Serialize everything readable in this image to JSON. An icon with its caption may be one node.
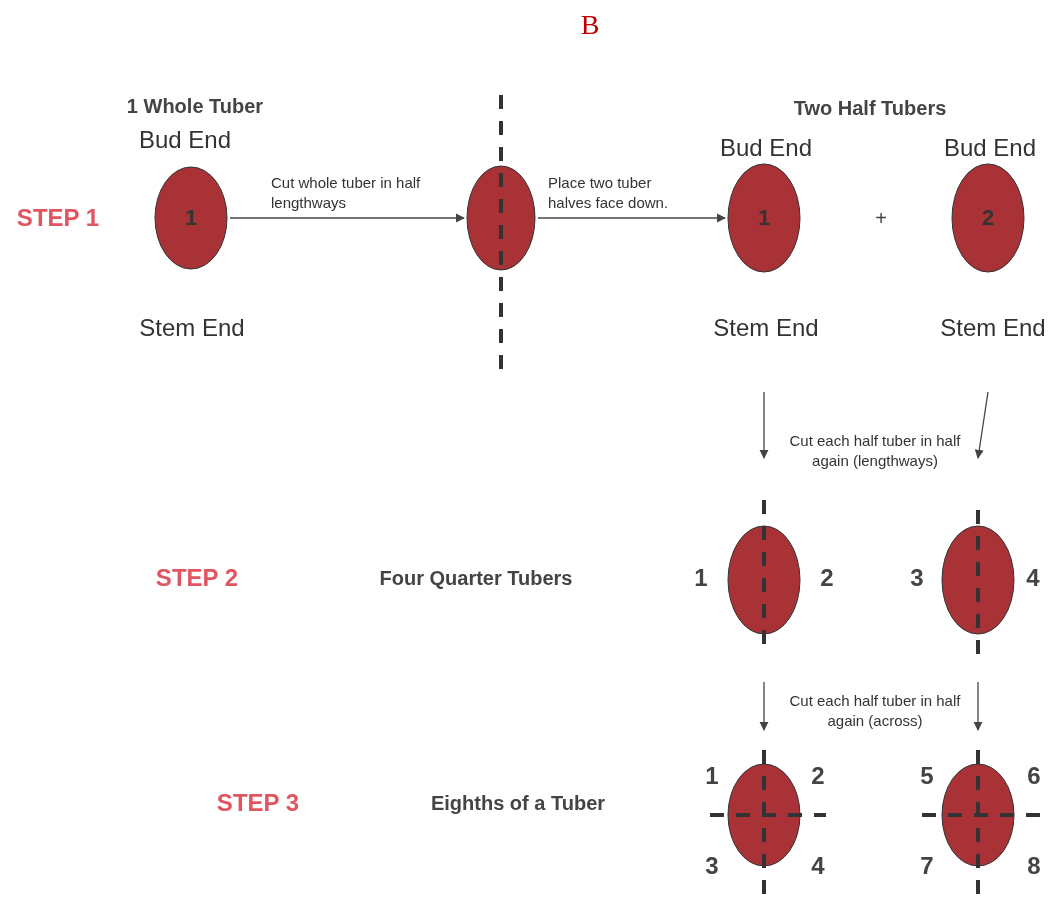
{
  "diagram": {
    "nodes": [
      {
        "text": [
          "1"
        ],
        "beside": [
          "1 Whole Tuber",
          "Bud End",
          "Stem End"
        ]
      },
      {
        "text": [],
        "shape": "ellipse"
      },
      {
        "text": [
          "1"
        ],
        "beside": [
          "Bud End",
          "Stem End"
        ]
      },
      {
        "text": [
          "2"
        ],
        "beside": [
          "Bud End",
          "Stem End"
        ]
      },
      {
        "text": [],
        "shape": "ellipse",
        "beside": [
          "1",
          "2"
        ]
      },
      {
        "text": [],
        "shape": "ellipse",
        "beside": [
          "3",
          "4"
        ]
      },
      {
        "text": [],
        "shape": "ellipse",
        "beside": [
          "1",
          "2",
          "3",
          "4"
        ]
      },
      {
        "text": [],
        "shape": "ellipse",
        "beside": [
          "5",
          "6",
          "7",
          "8"
        ]
      }
    ],
    "edges": [
      {
        "from": 0,
        "to": 1,
        "arrow": "to",
        "label": "Cut whole tuber in half lengthways"
      },
      {
        "from": 1,
        "to": 2,
        "arrow": "to",
        "label": "Place two tuber halves face down."
      },
      {
        "from": 2,
        "to": 4,
        "arrow": "to",
        "label": "Cut each half tuber in half again (lengthways)"
      },
      {
        "from": 3,
        "to": 5,
        "arrow": "to"
      },
      {
        "from": 4,
        "to": 6,
        "arrow": "to",
        "label": "Cut each half tuber in half again (across)"
      },
      {
        "from": 5,
        "to": 7,
        "arrow": "to"
      }
    ],
    "labels": [
      "B",
      "STEP 1",
      "Two Half Tubers",
      "+",
      "STEP 2",
      "Four Quarter Tubers",
      "STEP 3",
      "Eighths of a Tuber"
    ]
  }
}
